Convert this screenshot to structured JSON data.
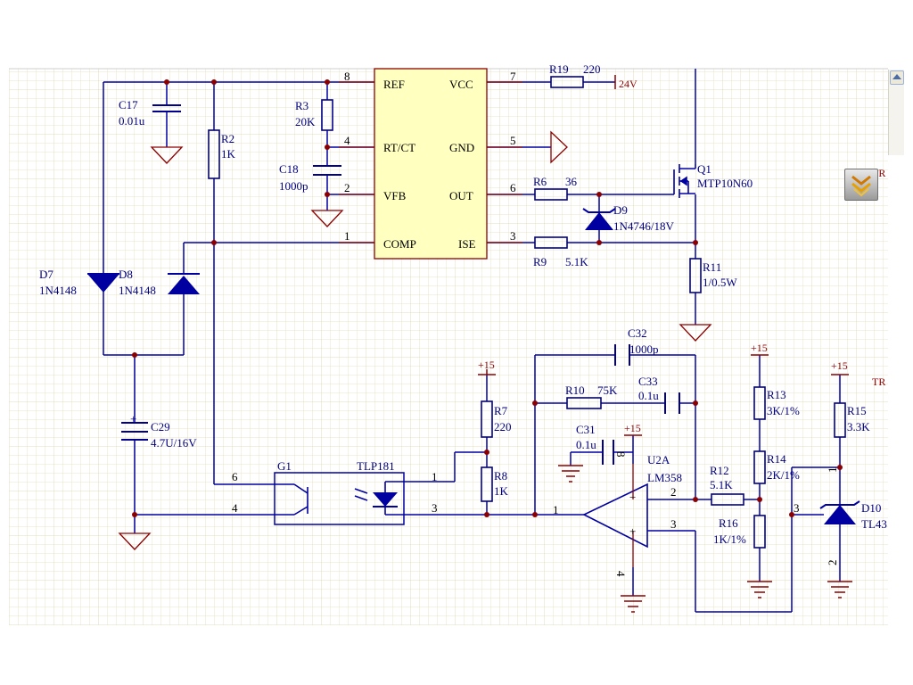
{
  "ic_pins": {
    "ref": "REF",
    "vcc": "VCC",
    "rtct": "RT/CT",
    "gnd": "GND",
    "vfb": "VFB",
    "out": "OUT",
    "comp": "COMP",
    "ise": "ISE"
  },
  "pin_numbers": {
    "p8": "8",
    "p7": "7",
    "p4": "4",
    "p5": "5",
    "p2": "2",
    "p6": "6",
    "p1": "1",
    "p3": "3"
  },
  "components": {
    "r19": {
      "ref": "R19",
      "value": "220"
    },
    "supply": "24V",
    "c17": {
      "ref": "C17",
      "value": "0.01u"
    },
    "r3": {
      "ref": "R3",
      "value": "20K"
    },
    "r2": {
      "ref": "R2",
      "value": "1K"
    },
    "c18": {
      "ref": "C18",
      "value": "1000p"
    },
    "r6": {
      "ref": "R6",
      "value": "36"
    },
    "q1": {
      "ref": "Q1",
      "value": "MTP10N60"
    },
    "d9": {
      "ref": "D9",
      "value": "1N4746/18V"
    },
    "r9": {
      "ref": "R9",
      "value": "5.1K"
    },
    "r11": {
      "ref": "R11",
      "value": "1/0.5W"
    },
    "d7": {
      "ref": "D7",
      "value": "1N4148"
    },
    "d8": {
      "ref": "D8",
      "value": "1N4148"
    },
    "c29": {
      "ref": "C29",
      "value": "4.7U/16V"
    },
    "g1": {
      "ref": "G1"
    },
    "tlp181": {
      "ref": "TLP181"
    },
    "r7": {
      "ref": "R7",
      "value": "220"
    },
    "r8": {
      "ref": "R8",
      "value": "1K"
    },
    "c32": {
      "ref": "C32",
      "value": "1000p"
    },
    "r10": {
      "ref": "R10",
      "value": "75K"
    },
    "c33": {
      "ref": "C33",
      "value": "0.1u"
    },
    "c31": {
      "ref": "C31",
      "value": "0.1u"
    },
    "u2a": {
      "ref": "U2A",
      "value": "LM358"
    },
    "r12": {
      "ref": "R12",
      "value": "5.1K"
    },
    "r13": {
      "ref": "R13",
      "value": "3K/1%"
    },
    "r14": {
      "ref": "R14",
      "value": "2K/1%"
    },
    "r16": {
      "ref": "R16",
      "value": "1K/1%"
    },
    "r15": {
      "ref": "R15",
      "value": "3.3K"
    },
    "d10": {
      "ref": "D10",
      "value": "TL43"
    }
  },
  "power_labels": {
    "plus15": "+15"
  },
  "offpage_labels": {
    "tr": "TR"
  },
  "colors": {
    "grid": "#e7e4c8",
    "wire": "#0000a0",
    "component": "#00008b",
    "pin": "#8b0000",
    "ic_fill": "#ffffc0",
    "junction": "#8b0000"
  }
}
